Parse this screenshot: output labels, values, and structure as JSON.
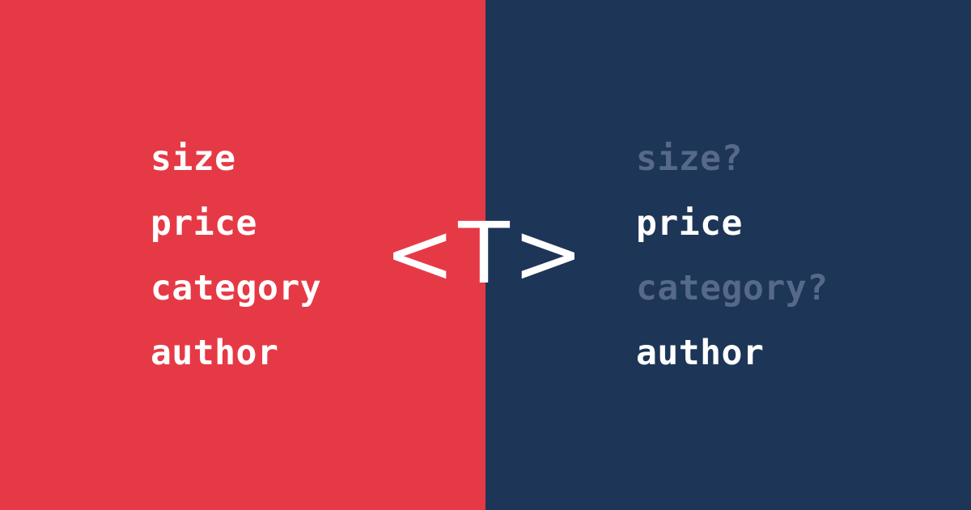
{
  "colors": {
    "left_background": "#e63946",
    "right_background": "#1d3557",
    "text_primary": "#ffffff",
    "text_optional": "#56698a"
  },
  "left_panel": {
    "fields": [
      "size",
      "price",
      "category",
      "author"
    ]
  },
  "center_symbol": {
    "text": "<T>"
  },
  "right_panel": {
    "fields": [
      {
        "label": "size?",
        "optional": true
      },
      {
        "label": "price",
        "optional": false
      },
      {
        "label": "category?",
        "optional": true
      },
      {
        "label": "author",
        "optional": false
      }
    ]
  }
}
